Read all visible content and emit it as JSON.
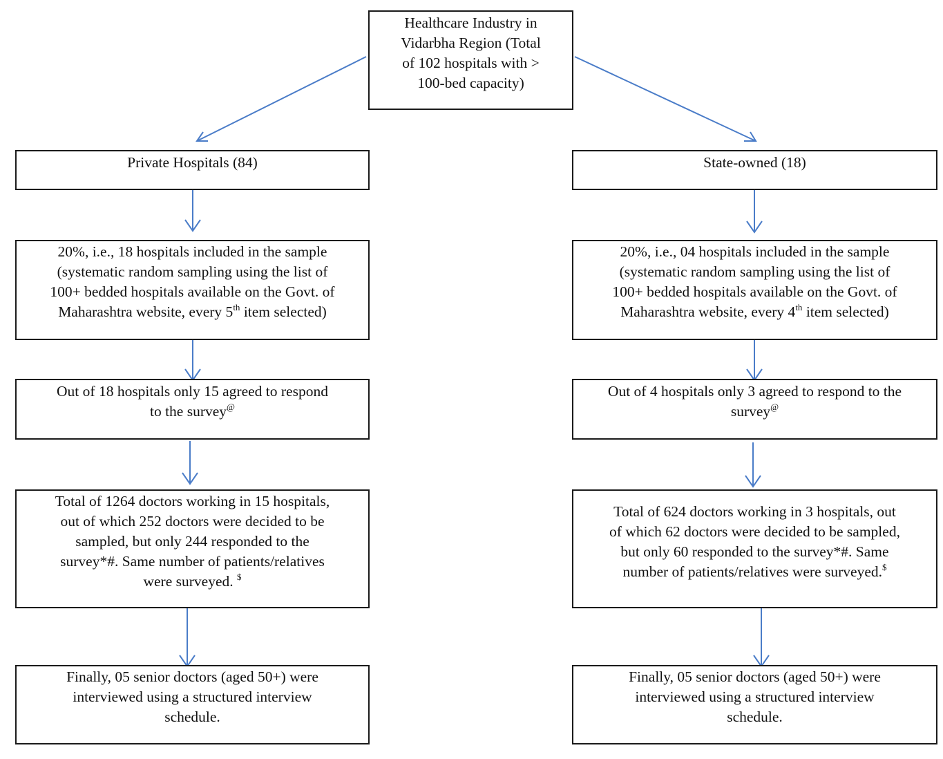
{
  "root": {
    "lines": [
      "Healthcare Industry in",
      "Vidarbha Region (Total",
      "of 102 hospitals with >",
      "100-bed capacity)"
    ]
  },
  "left": {
    "category": "Private Hospitals (84)",
    "sample": {
      "line1": "20%, i.e., 18 hospitals included in the sample",
      "line2": "(systematic random sampling using the list of",
      "line3": "100+ bedded hospitals available on the Govt. of",
      "line4_pre": "Maharashtra website, every 5",
      "line4_sup": "th",
      "line4_post": " item selected)"
    },
    "agreed": {
      "line1": "Out of 18 hospitals only 15 agreed to respond",
      "line2_pre": "to the survey",
      "line2_sup": "@"
    },
    "doctors": {
      "line1": "Total of 1264 doctors working in 15 hospitals,",
      "line2": "out of which 252 doctors were decided to be",
      "line3": "sampled, but only 244 responded to the",
      "line4": "survey*#. Same number of patients/relatives",
      "line5_pre": "were surveyed. ",
      "line5_sup": "$"
    },
    "final": {
      "line1": "Finally, 05 senior doctors (aged 50+) were",
      "line2": "interviewed using a structured interview",
      "line3": "schedule."
    }
  },
  "right": {
    "category": "State-owned (18)",
    "sample": {
      "line1": "20%, i.e., 04 hospitals included in the sample",
      "line2": "(systematic random sampling using the list of",
      "line3": "100+ bedded hospitals available on the Govt. of",
      "line4_pre": "Maharashtra website, every 4",
      "line4_sup": "th",
      "line4_post": " item selected)"
    },
    "agreed": {
      "line1": "Out of 4 hospitals only 3 agreed to respond to the",
      "line2_pre": "survey",
      "line2_sup": "@"
    },
    "doctors": {
      "line1": "Total of 624 doctors working in 3 hospitals, out",
      "line2": "of which 62 doctors were decided to be sampled,",
      "line3": "but only 60 responded to the survey*#. Same",
      "line4_pre": "number of patients/relatives were surveyed.",
      "line4_sup": "$"
    },
    "final": {
      "line1": "Finally, 05 senior doctors (aged 50+) were",
      "line2": "interviewed using a structured interview",
      "line3": "schedule."
    }
  },
  "colors": {
    "arrow": "#4a7cc8",
    "border": "#1a1a1a"
  }
}
